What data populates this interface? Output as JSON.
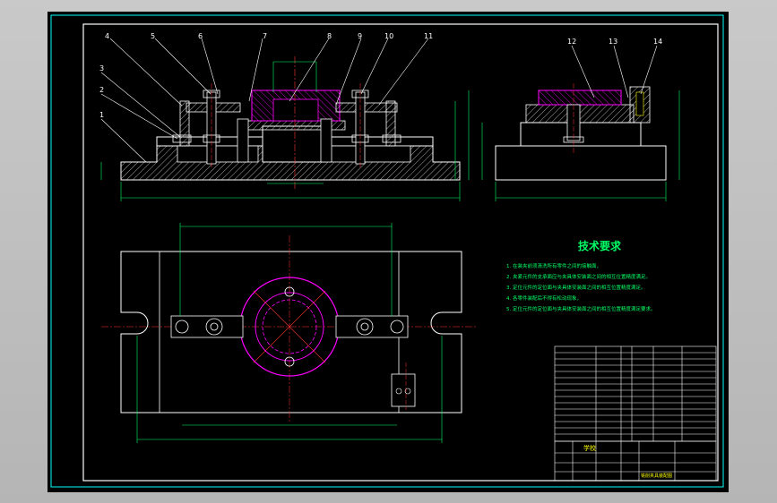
{
  "balloons": {
    "b1": "1",
    "b2": "2",
    "b3": "3",
    "b4": "4",
    "b5": "5",
    "b6": "6",
    "b7": "7",
    "b8": "8",
    "b9": "9",
    "b10": "10",
    "b11": "11",
    "b12": "12",
    "b13": "13",
    "b14": "14"
  },
  "tech": {
    "title": "技术要求",
    "items": [
      "1. 在装夹前须清洗所有零件之间的接触面，",
      "2. 夹紧元件的支承面应与夹具体安装面之间的相互位置精度满足。",
      "3. 定位元件的定位面与夹具体安装面之间的相互位置精度满足。",
      "4. 各零件装配后不得有松动现象，",
      "5. 定位元件的定位面与夹具体安装面之间的相互位置精度满足要求。"
    ]
  },
  "titleblock": {
    "name_cell": "学校",
    "drawing_name": "铣削夹具装配图"
  },
  "colors": {
    "outline": "#ffffff",
    "frame": "#ffffff",
    "dims": "#00ff66",
    "magenta": "#ff00ff",
    "yellow": "#ffff00",
    "cyan": "#00ffff",
    "red": "#ff3333",
    "hatch": "#ffffff"
  }
}
